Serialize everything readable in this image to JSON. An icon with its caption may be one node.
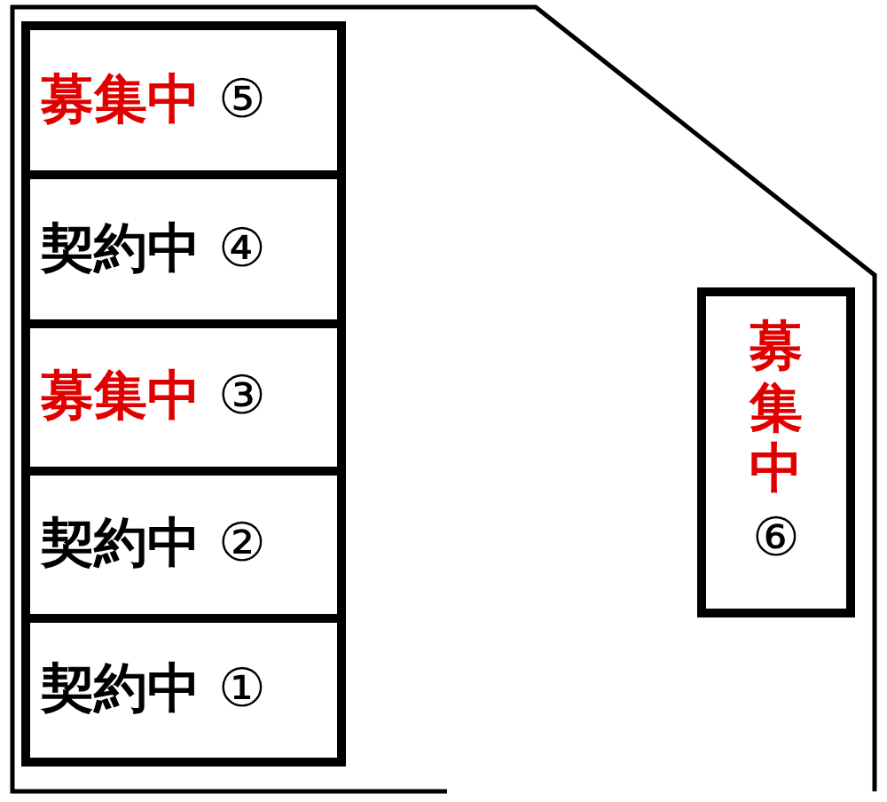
{
  "diagram": {
    "nodes": [
      {
        "text": [
          "募集中",
          "⑤"
        ]
      },
      {
        "text": [
          "契約中",
          "④"
        ]
      },
      {
        "text": [
          "募集中",
          "③"
        ]
      },
      {
        "text": [
          "契約中",
          "②"
        ]
      },
      {
        "text": [
          "契約中",
          "①"
        ]
      },
      {
        "text": [
          "募集中",
          "⑥"
        ]
      }
    ],
    "edges": []
  }
}
